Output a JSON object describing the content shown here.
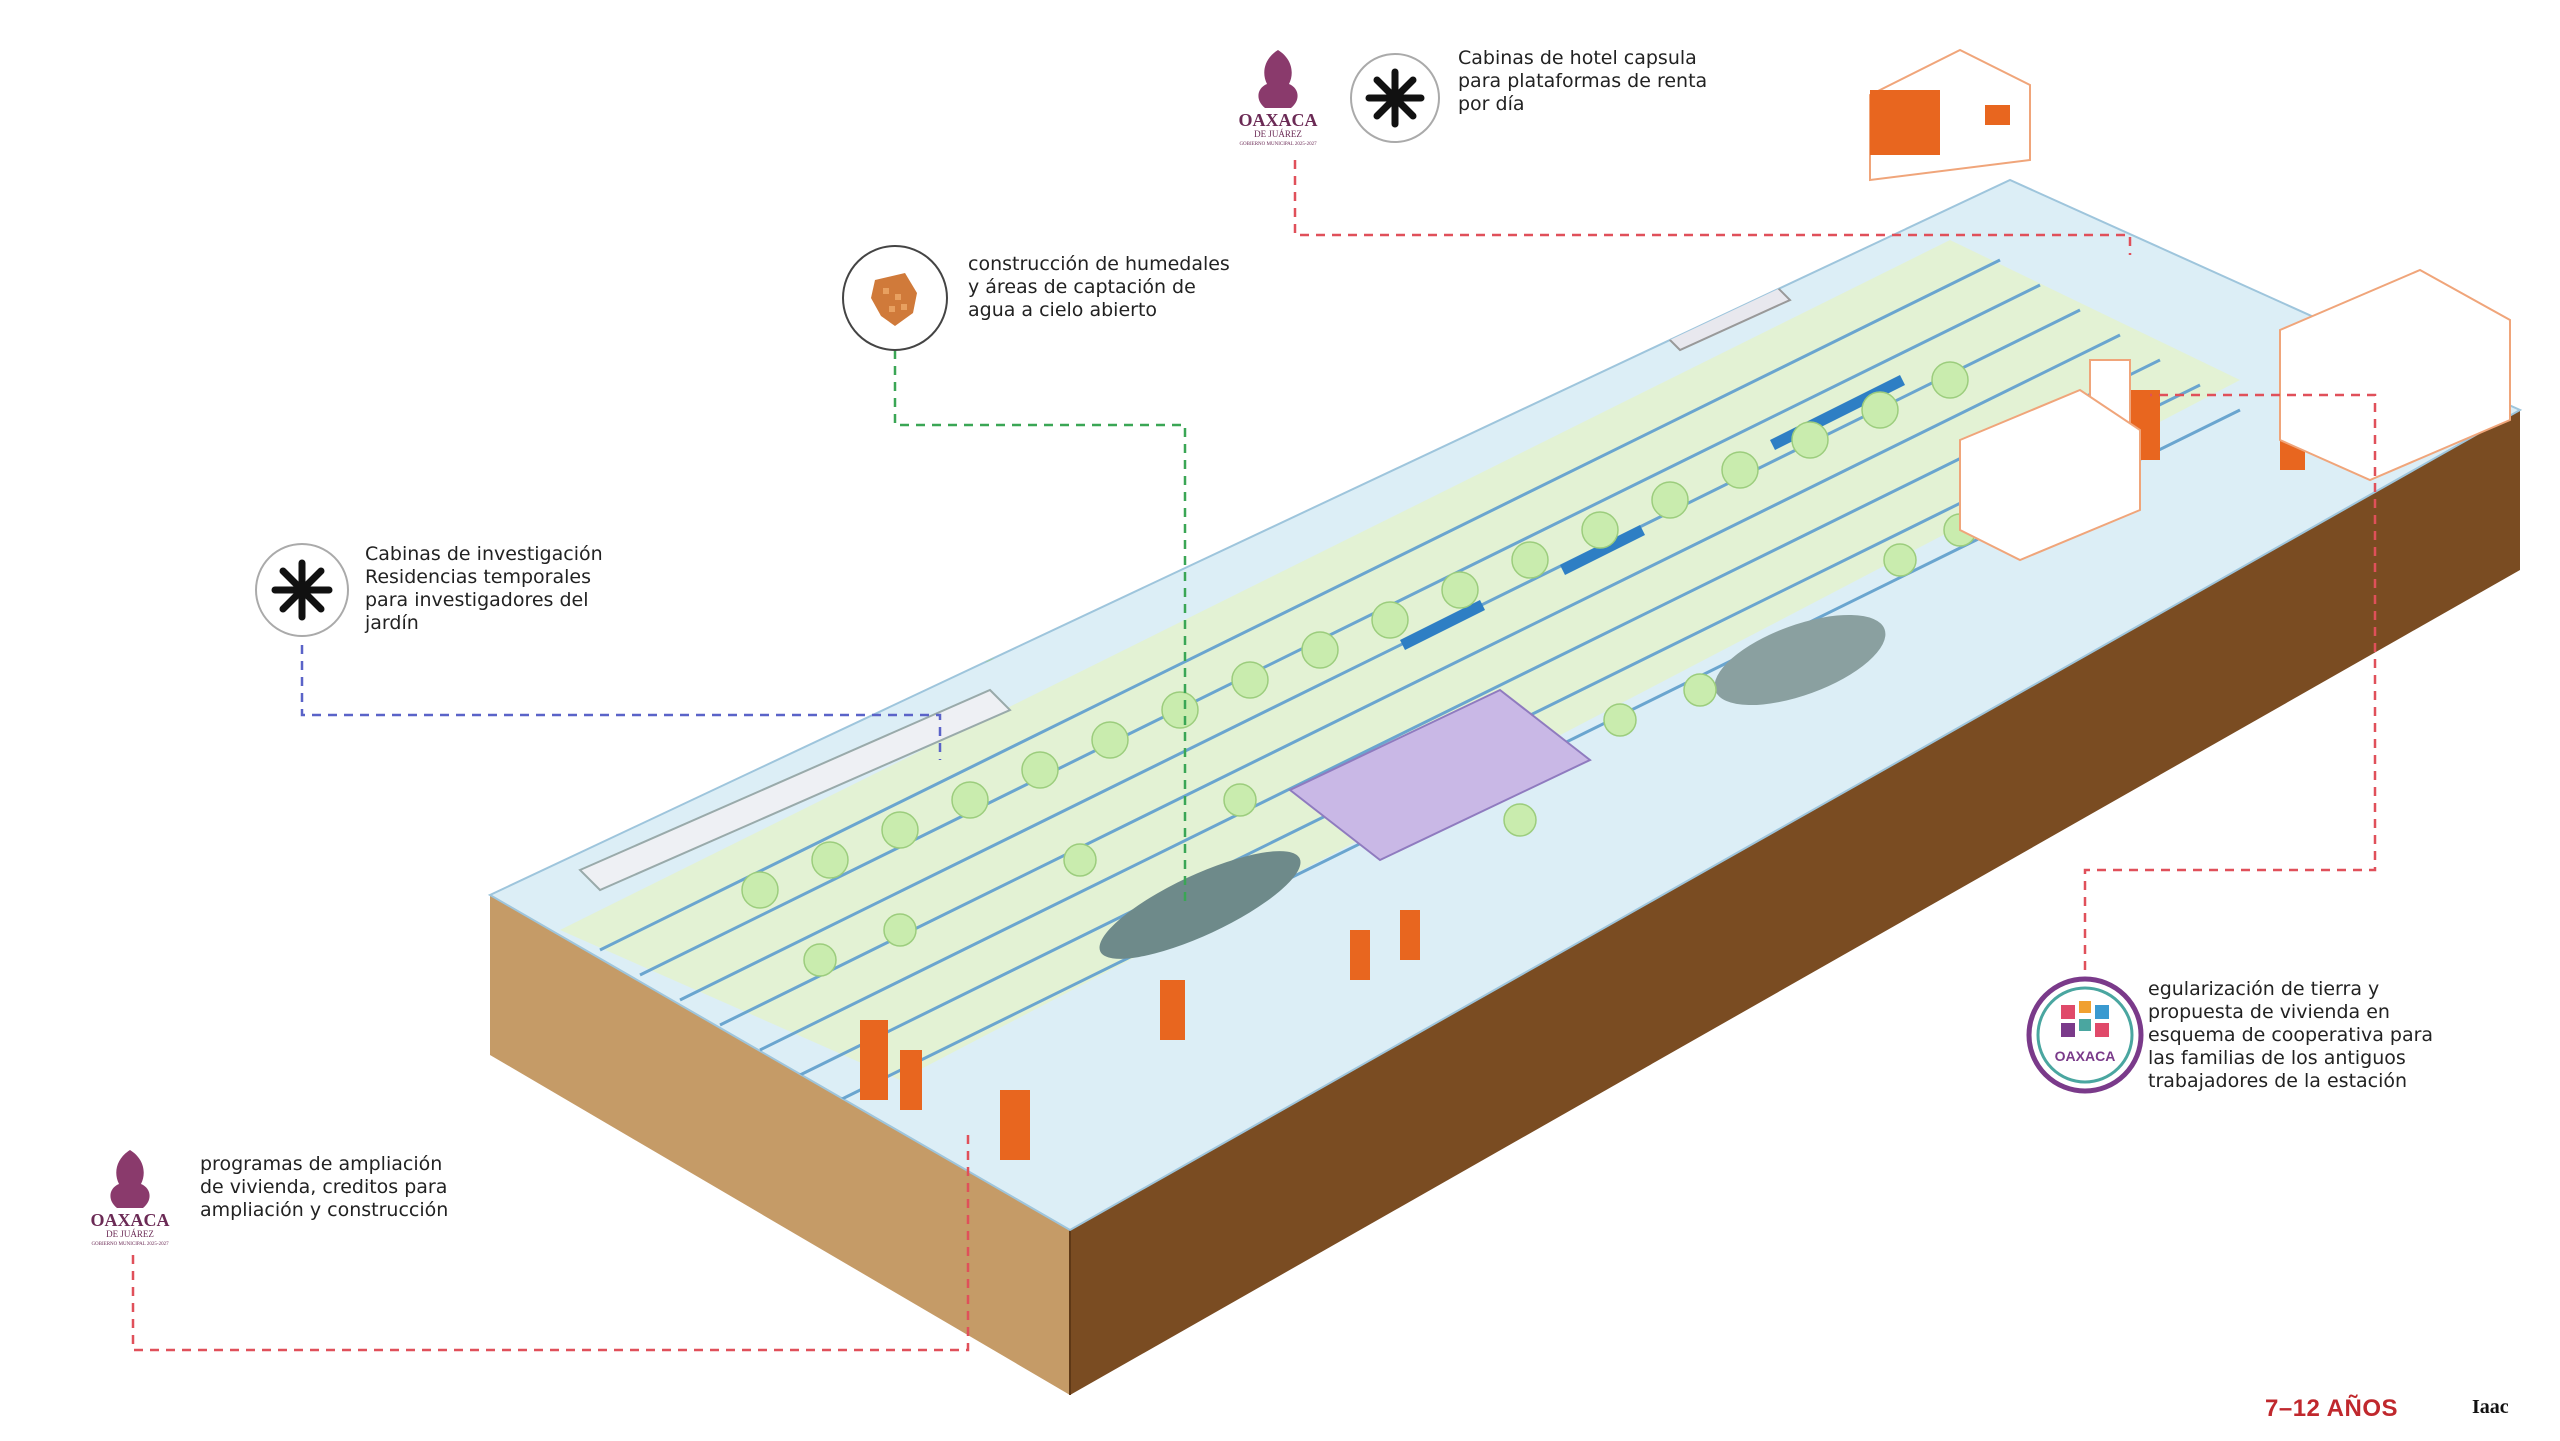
{
  "callouts": {
    "capsule": {
      "text": "Cabinas de hotel capsula\npara plataformas de renta\n por día"
    },
    "wetlands": {
      "text": "construcción de humedales\ny áreas de captación de\nagua a cielo abierto"
    },
    "research": {
      "text": "Cabinas de investigación\nResidencias temporales\npara investigadores del\njardín"
    },
    "housing_programs": {
      "text": "programas de ampliación\nde vivienda, creditos para\nampliación y construcción"
    },
    "cooperative": {
      "text": "egularización de tierra y\npropuesta de vivienda en\nesquema de cooperativa para\nlas familias de los antiguos\ntrabajadores de la estación"
    }
  },
  "logos": {
    "municipal": {
      "line1": "OAXACA",
      "line2": "DE JUÁREZ",
      "line3": "GOBIERNO MUNICIPAL 2025-2027"
    },
    "state": {
      "name": "OAXACA"
    },
    "iaac": "Iaac"
  },
  "footer": {
    "period": "7–12 AÑOS"
  },
  "colors": {
    "ground_front": "#7a4c22",
    "ground_side": "#c59b67",
    "water": "#cfe3ef",
    "green": "#d7f0c4",
    "orange_buildings": "#e8661f",
    "red_dash": "#e0505a",
    "green_dash": "#3aa655",
    "blue_dash": "#5a63c8"
  }
}
